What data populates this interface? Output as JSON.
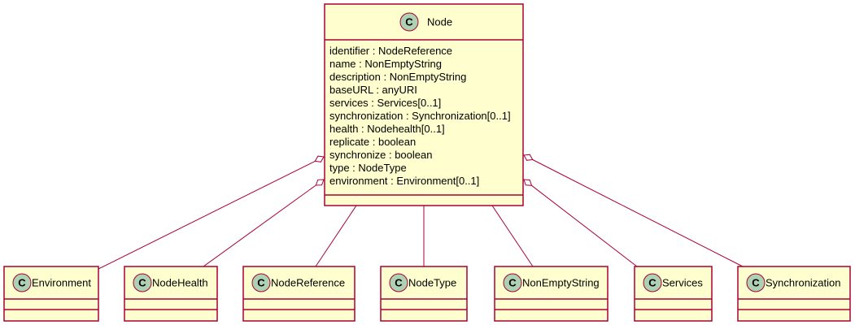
{
  "diagram": {
    "colors": {
      "background": "#FFFFFF",
      "class_fill": "#FEFECE",
      "border": "#A80036",
      "icon_fill": "#ADD1B2"
    },
    "icon": "class-icon",
    "main_class": {
      "name": "Node",
      "icon_letter": "C",
      "attributes": [
        "identifier : NodeReference",
        "name : NonEmptyString",
        "description : NonEmptyString",
        "baseURL : anyURI",
        "services : Services[0..1]",
        "synchronization : Synchronization[0..1]",
        "health : Nodehealth[0..1]",
        "replicate : boolean",
        "synchronize : boolean",
        "type : NodeType",
        "environment : Environment[0..1]"
      ]
    },
    "related_classes": [
      {
        "name": "Environment",
        "icon_letter": "C",
        "aggregation": true
      },
      {
        "name": "NodeHealth",
        "icon_letter": "C",
        "aggregation": true
      },
      {
        "name": "NodeReference",
        "icon_letter": "C",
        "aggregation": false
      },
      {
        "name": "NodeType",
        "icon_letter": "C",
        "aggregation": false
      },
      {
        "name": "NonEmptyString",
        "icon_letter": "C",
        "aggregation": false
      },
      {
        "name": "Services",
        "icon_letter": "C",
        "aggregation": true
      },
      {
        "name": "Synchronization",
        "icon_letter": "C",
        "aggregation": true
      }
    ]
  }
}
